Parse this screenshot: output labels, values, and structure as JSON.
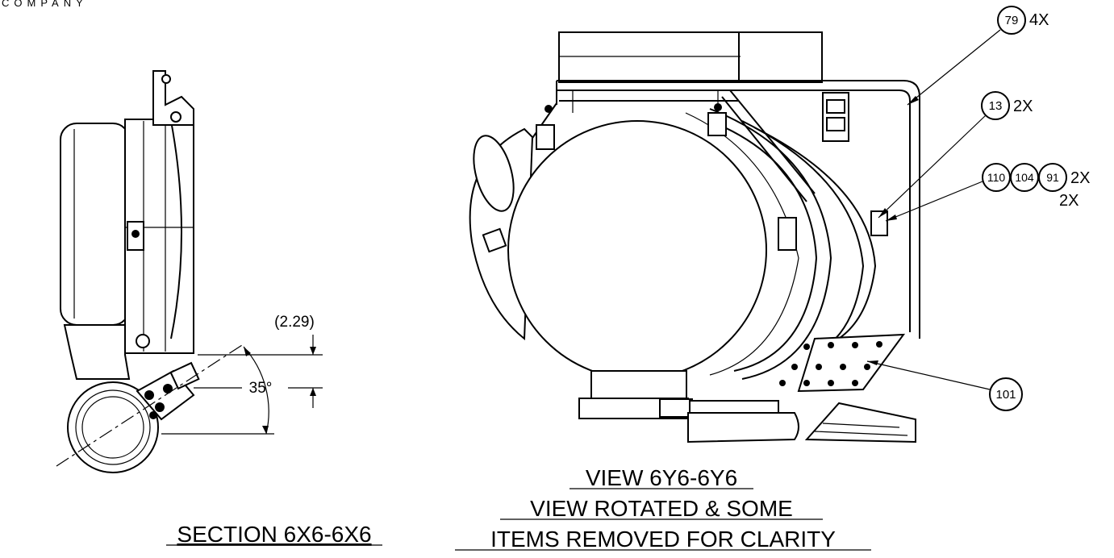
{
  "header": {
    "company_fragment": "COMPANY"
  },
  "section_view": {
    "title": "SECTION 6X6-6X6",
    "dimension": "(2.29)",
    "angle": "35°"
  },
  "detail_view": {
    "title_lines": [
      "VIEW 6Y6-6Y6",
      "VIEW ROTATED & SOME",
      "ITEMS REMOVED FOR CLARITY"
    ]
  },
  "callouts": [
    {
      "ids": [
        "79"
      ],
      "qty": "4X"
    },
    {
      "ids": [
        "13"
      ],
      "qty": "2X"
    },
    {
      "ids": [
        "110",
        "104",
        "91"
      ],
      "qty": "2X",
      "qty_extra": "2X"
    },
    {
      "ids": [
        "101"
      ],
      "qty": ""
    }
  ],
  "colors": {
    "line": "#000000",
    "background": "#ffffff"
  }
}
